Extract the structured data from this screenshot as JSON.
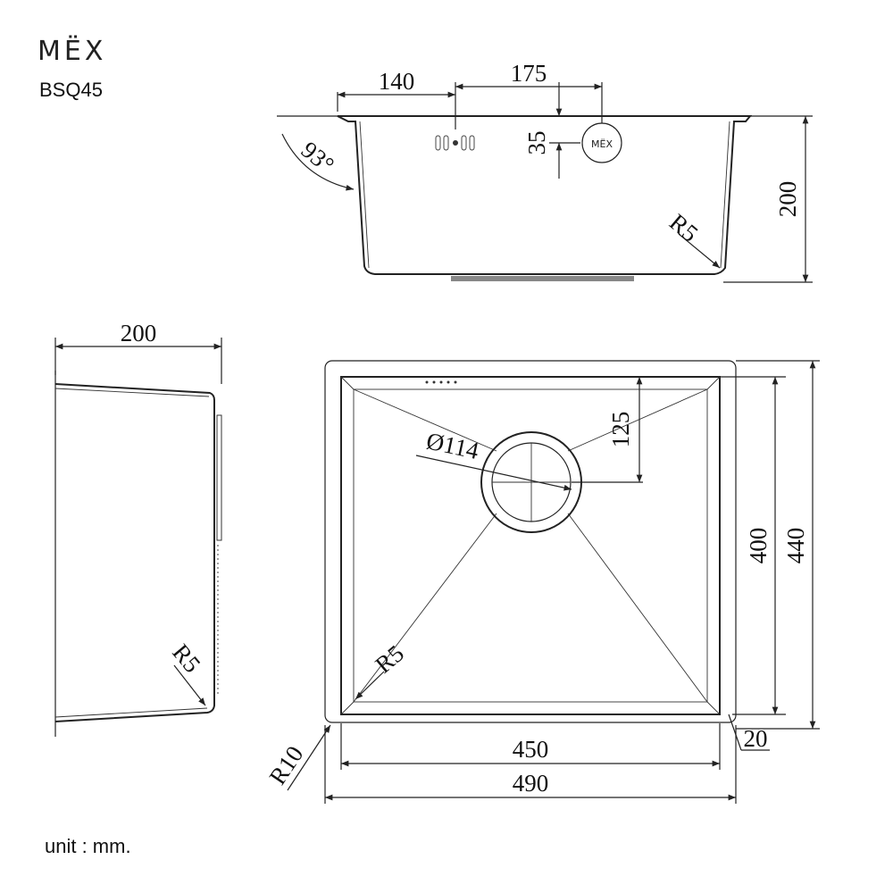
{
  "brand": "MËX",
  "model": "BSQ45",
  "unit_label": "unit : mm.",
  "dimensions": {
    "front_140": "140",
    "front_175": "175",
    "front_35": "35",
    "front_angle": "93°",
    "front_height": "200",
    "front_radius": "R5",
    "side_depth": "200",
    "side_radius": "R5",
    "top_drain": "Ø114",
    "top_125": "125",
    "top_inner_radius": "R5",
    "top_inner_height": "400",
    "top_outer_height": "440",
    "top_inner_width": "450",
    "top_outer_width": "490",
    "top_flange": "20",
    "top_corner_radius": "R10"
  },
  "logo_on_sink": "MËX"
}
